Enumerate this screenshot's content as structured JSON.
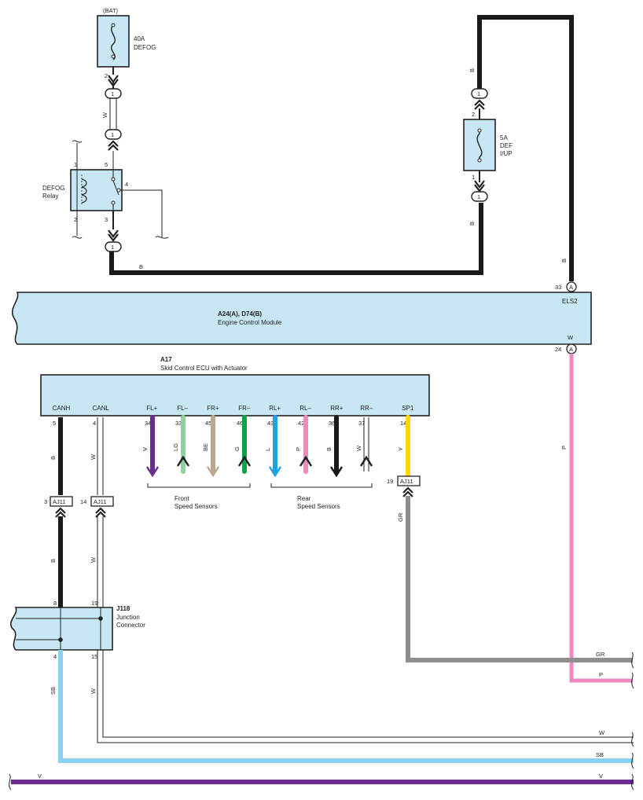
{
  "battery": {
    "label": "(BAT)"
  },
  "fuse_defog": {
    "rating": "40A",
    "name": "DEFOG",
    "pin_out": "2"
  },
  "fuse_def_iup": {
    "rating": "5A",
    "name_line1": "DEF",
    "name_line2": "I/UP",
    "pin_top": "2",
    "pin_bottom": "1"
  },
  "relay": {
    "name_line1": "DEFOG",
    "name_line2": "Relay",
    "pin1": "1",
    "pin2": "2",
    "pin3": "3",
    "pin4": "4",
    "pin5": "5"
  },
  "connectors": {
    "inline_1": "1"
  },
  "ecm": {
    "title": "A24(A), D74(B)",
    "name": "Engine Control Module",
    "terminal_els2": "ELS2",
    "terminal_w": "W",
    "pin_33": "33",
    "pin_24": "24",
    "conn_a": "A"
  },
  "skid_ecu": {
    "code": "A17",
    "name": "Skid Control ECU with Actuator",
    "terminals": [
      {
        "name": "CANH",
        "pin": "5",
        "wire": "B",
        "color": "#1a1a1a"
      },
      {
        "name": "CANL",
        "pin": "4",
        "wire": "W",
        "color": "#ffffff"
      },
      {
        "name": "FL+",
        "pin": "34",
        "wire": "V",
        "color": "#6a2c8e"
      },
      {
        "name": "FL–",
        "pin": "33",
        "wire": "LG",
        "color": "#8fd19e"
      },
      {
        "name": "FR+",
        "pin": "45",
        "wire": "BE",
        "color": "#bca892"
      },
      {
        "name": "FR–",
        "pin": "46",
        "wire": "G",
        "color": "#11a14a"
      },
      {
        "name": "RL+",
        "pin": "43",
        "wire": "L",
        "color": "#1ea2e6"
      },
      {
        "name": "RL–",
        "pin": "42",
        "wire": "P",
        "color": "#ef8ac0"
      },
      {
        "name": "RR+",
        "pin": "36",
        "wire": "B",
        "color": "#1a1a1a"
      },
      {
        "name": "RR–",
        "pin": "37",
        "wire": "W",
        "color": "#ffffff"
      },
      {
        "name": "SP1",
        "pin": "14",
        "wire": "Y",
        "color": "#ffd800"
      }
    ],
    "front_sensors_line1": "Front",
    "front_sensors_line2": "Speed Sensors",
    "rear_sensors_line1": "Rear",
    "rear_sensors_line2": "Speed Sensors"
  },
  "aj11": {
    "name": "AJ11",
    "pin_canh": "3",
    "pin_canl": "14",
    "pin_sp1": "19"
  },
  "junction": {
    "code": "J118",
    "name_line1": "Junction",
    "name_line2": "Connector",
    "pin8": "8",
    "pin19": "19",
    "pin4": "4",
    "pin15": "15"
  },
  "wire_labels": {
    "b": "B",
    "w": "W",
    "p": "P",
    "gr": "GR",
    "sb": "SB",
    "v": "V"
  },
  "colors": {
    "component_fill": "#c7e7f4",
    "black": "#1a1a1a",
    "pink": "#ef8ac0",
    "gray": "#8e8e8e",
    "light_blue": "#86d4f2",
    "violet": "#6a2c8e",
    "yellow": "#ffd800"
  }
}
